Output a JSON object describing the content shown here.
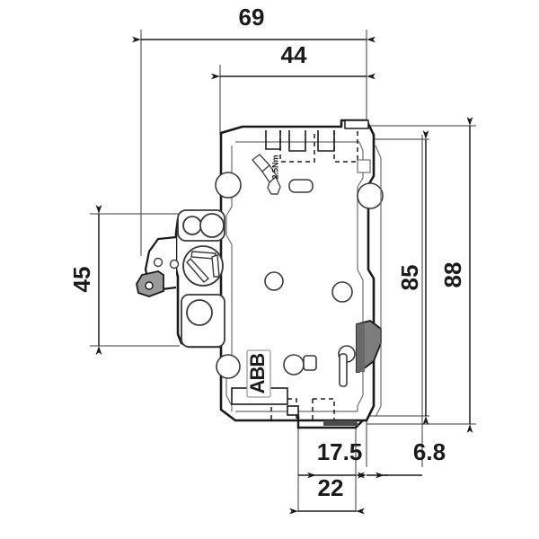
{
  "drawing": {
    "title": "ABB miniature circuit breaker side view dimension drawing",
    "units": "mm",
    "product_brand": "ABB",
    "torque_label": "2.5Nm",
    "colors": {
      "outline": "#1a1a1a",
      "detail_line": "#5a5a5a",
      "dimension_line": "#1a1a1a",
      "lever_fill": "#7d7d7d",
      "clip_fill": "#9a9a9a",
      "background": "#ffffff"
    }
  },
  "dimensions": {
    "overall_width": {
      "label": "69",
      "name": "overall-width"
    },
    "body_width": {
      "label": "44",
      "name": "body-width"
    },
    "front_height": {
      "label": "45",
      "name": "front-height"
    },
    "body_height": {
      "label": "85",
      "name": "body-height"
    },
    "overall_height": {
      "label": "88",
      "name": "overall-height"
    },
    "rail_offset": {
      "label": "17.5",
      "name": "rail-offset"
    },
    "rear_depth": {
      "label": "6.8",
      "name": "rear-depth"
    },
    "rail_width": {
      "label": "22",
      "name": "rail-width"
    }
  },
  "annotations": {
    "logo": "ABB",
    "torque": "2.5Nm"
  }
}
